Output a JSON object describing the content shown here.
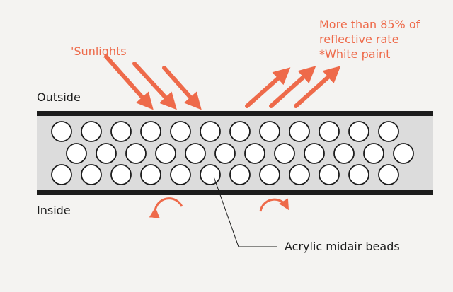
{
  "labels": {
    "sunlight": "'Sunlights",
    "reflect_line1": "More than 85% of",
    "reflect_line2": "reflective rate",
    "reflect_line3": "*White paint",
    "outside": "Outside",
    "inside": "Inside",
    "beads": "Acrylic midair beads"
  },
  "colors": {
    "accent": "#ee6a4a",
    "line": "#1c1c1c",
    "panel_fill": "#dcdcdc",
    "bead_fill": "#ffffff",
    "background": "#f4f3f1"
  },
  "bead_rows": [
    {
      "count": 12,
      "offset": false
    },
    {
      "count": 12,
      "offset": true
    },
    {
      "count": 12,
      "offset": false
    }
  ]
}
